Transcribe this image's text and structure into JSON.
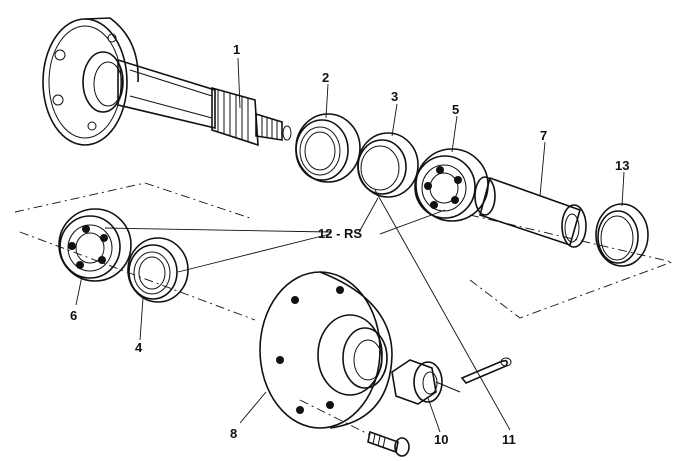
{
  "diagram": {
    "labels": {
      "p1": "1",
      "p2": "2",
      "p3": "3",
      "p4": "4",
      "p5": "5",
      "p6": "6",
      "p7": "7",
      "p8": "8",
      "p10": "10",
      "p11": "11",
      "p12": "12 - RS",
      "p13": "13"
    }
  }
}
